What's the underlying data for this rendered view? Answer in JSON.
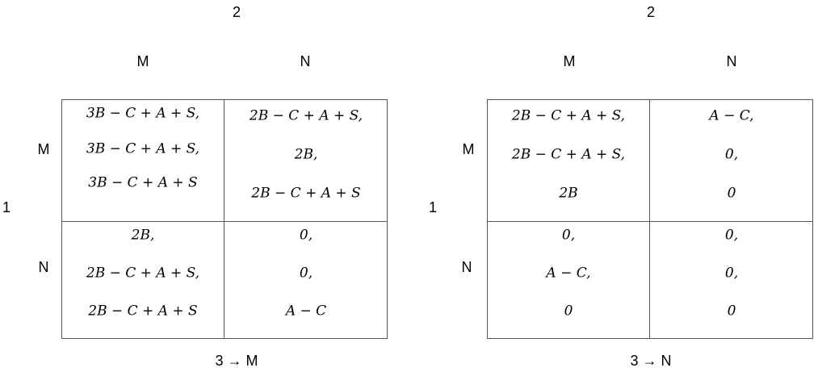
{
  "games": [
    {
      "player2_label": "2",
      "player1_label": "1",
      "col_labels": [
        "M",
        "N"
      ],
      "row_labels": [
        "M",
        "N"
      ],
      "footer": "3 → M",
      "cells": {
        "MM": [
          "3B − C + A + S,",
          "3B − C + A + S,",
          "3B − C + A + S"
        ],
        "MN": [
          "2B − C + A + S,",
          "2B,",
          "2B − C + A + S"
        ],
        "NM": [
          "2B,",
          "2B − C + A + S,",
          "2B − C + A + S"
        ],
        "NN": [
          "0,",
          "0,",
          "A − C"
        ]
      }
    },
    {
      "player2_label": "2",
      "player1_label": "1",
      "col_labels": [
        "M",
        "N"
      ],
      "row_labels": [
        "M",
        "N"
      ],
      "footer": "3 → N",
      "cells": {
        "MM": [
          "2B − C + A + S,",
          "2B − C + A + S,",
          "2B"
        ],
        "MN": [
          "A − C,",
          "0,",
          "0"
        ],
        "NM": [
          "0,",
          "A − C,",
          "0"
        ],
        "NN": [
          "0,",
          "0,",
          "0"
        ]
      }
    }
  ]
}
